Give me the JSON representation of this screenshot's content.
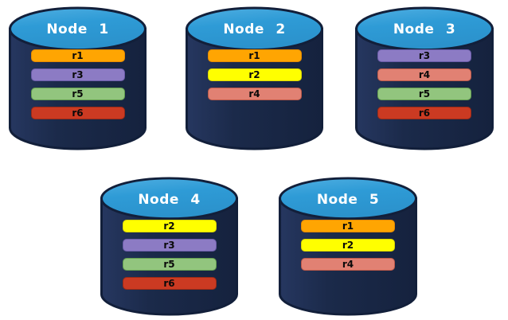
{
  "diagram": {
    "description_label": "",
    "background": "#ffffff"
  },
  "cylinder": {
    "body_fill": "#1B2A4A",
    "body_fill_light": "#263760",
    "body_fill_dark": "#15223E",
    "outline": "#121F3A",
    "top_fill": "#2E9BD6",
    "top_fill_light": "#4FAEE1"
  },
  "replica_colors": {
    "r1": {
      "fill": "#FFA502",
      "border": "#E68A00"
    },
    "r2": {
      "fill": "#FFFF00",
      "border": "#DBD600"
    },
    "r3": {
      "fill": "#8C7BC4",
      "border": "#6B5CA8"
    },
    "r4": {
      "fill": "#E18173",
      "border": "#BE5A49"
    },
    "r5": {
      "fill": "#92C57E",
      "border": "#639E4F"
    },
    "r6": {
      "fill": "#CB3A22",
      "border": "#9A2A16"
    }
  },
  "nodes": [
    {
      "label": "Node 1",
      "replicas": [
        "r1",
        "r3",
        "r5",
        "r6"
      ]
    },
    {
      "label": "Node 2",
      "replicas": [
        "r1",
        "r2",
        "r4"
      ]
    },
    {
      "label": "Node 3",
      "replicas": [
        "r3",
        "r4",
        "r5",
        "r6"
      ]
    },
    {
      "label": "Node 4",
      "replicas": [
        "r2",
        "r3",
        "r5",
        "r6"
      ]
    },
    {
      "label": "Node 5",
      "replicas": [
        "r1",
        "r2",
        "r4"
      ]
    }
  ]
}
